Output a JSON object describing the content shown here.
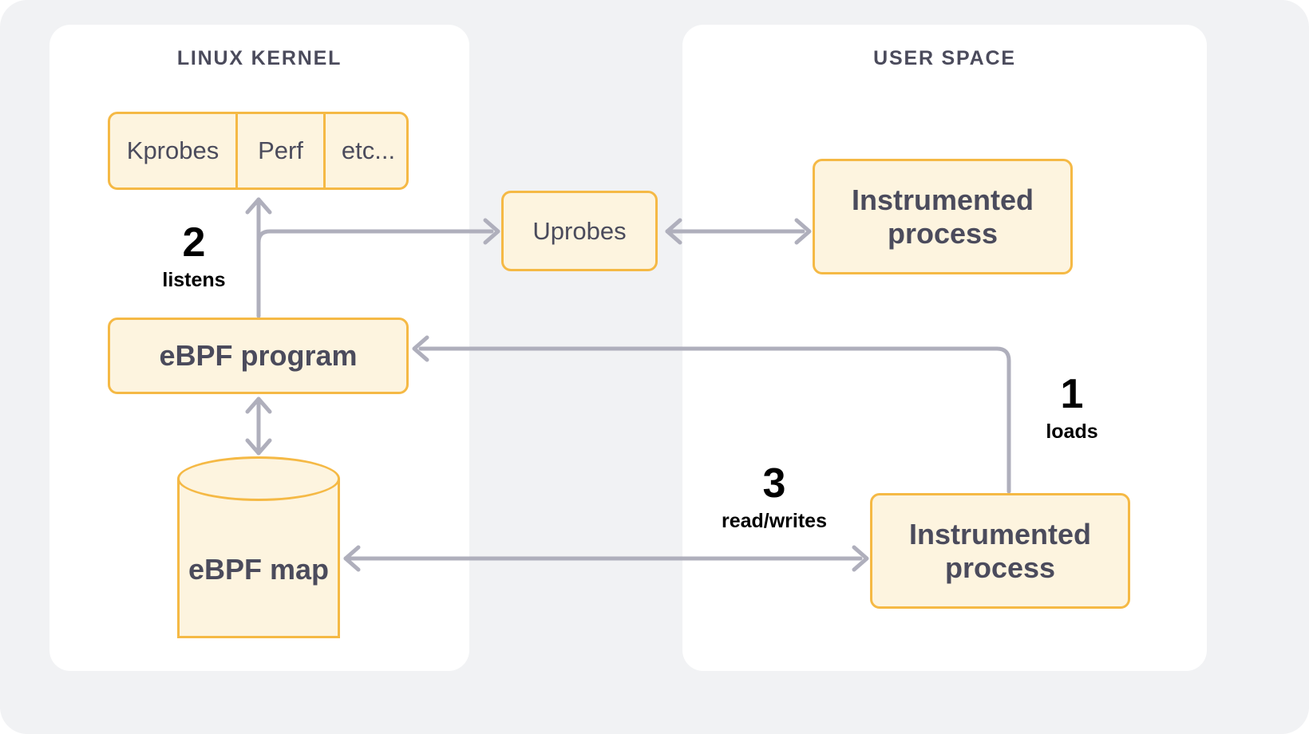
{
  "diagram": {
    "title_hidden": "eBPF architecture overview",
    "panels": [
      {
        "id": "linux-kernel",
        "title": "LINUX KERNEL"
      },
      {
        "id": "user-space",
        "title": "USER SPACE"
      }
    ],
    "probe_strip": {
      "cells": [
        {
          "label": "Kprobes"
        },
        {
          "label": "Perf"
        },
        {
          "label": "etc..."
        }
      ]
    },
    "nodes": {
      "uprobes": "Uprobes",
      "instrumented_process_top": "Instrumented process",
      "ebpf_program": "eBPF program",
      "ebpf_map": "eBPF map",
      "instrumented_process_bottom": "Instrumented process"
    },
    "steps": [
      {
        "number": "1",
        "caption": "loads"
      },
      {
        "number": "2",
        "caption": "listens"
      },
      {
        "number": "3",
        "caption": "read/writes"
      }
    ],
    "colors": {
      "canvas_background": "#F1F2F4",
      "panel_background": "#FFFFFF",
      "node_fill": "#FDF4DF",
      "node_border": "#F5B945",
      "node_text": "#4B4B5C",
      "panel_title_text": "#4B4B5C",
      "connector": "#AFAFBC",
      "step_text": "#000000"
    },
    "connections": [
      {
        "from": "ebpf_program",
        "to": "probe_strip",
        "style": "arrow-up",
        "step": "2"
      },
      {
        "from": "ebpf_program",
        "to": "uprobes",
        "style": "arrow-right"
      },
      {
        "from": "uprobes",
        "to": "instrumented_process_top",
        "style": "double-arrow"
      },
      {
        "from": "instrumented_process_bottom",
        "to": "ebpf_program",
        "style": "arrow-left",
        "step": "1"
      },
      {
        "from": "ebpf_program",
        "to": "ebpf_map",
        "style": "double-arrow-vertical"
      },
      {
        "from": "ebpf_map",
        "to": "instrumented_process_bottom",
        "style": "double-arrow",
        "step": "3"
      }
    ]
  }
}
